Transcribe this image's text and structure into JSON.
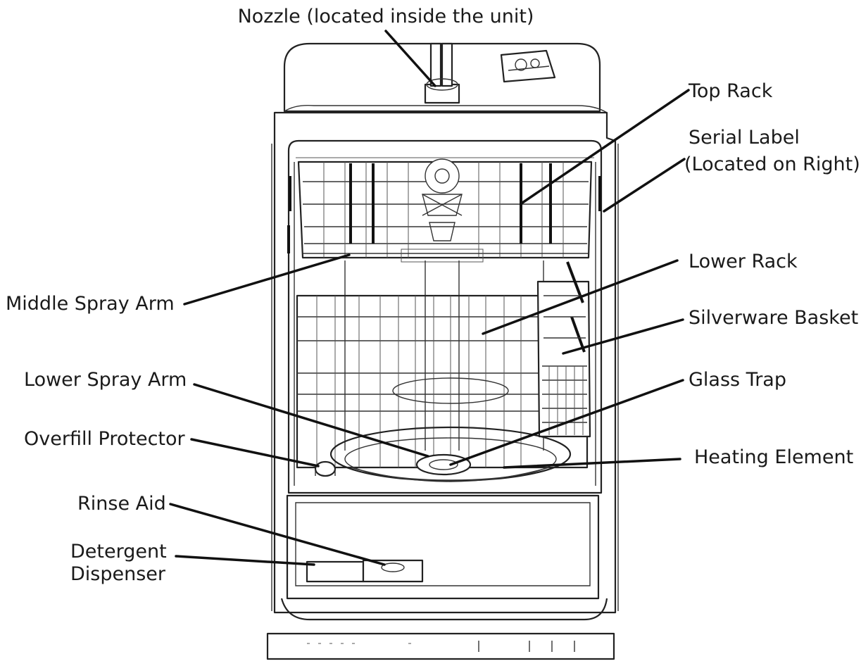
{
  "labels": {
    "nozzle": "Nozzle (located inside the unit)",
    "top_rack": "Top Rack",
    "serial_label_1": "Serial Label",
    "serial_label_2": "(Located on Right)",
    "middle_spray_arm": "Middle Spray Arm",
    "lower_rack": "Lower Rack",
    "silverware_basket": "Silverware Basket",
    "lower_spray_arm": "Lower Spray Arm",
    "glass_trap": "Glass Trap",
    "overfill_protector": "Overfill Protector",
    "heating_element": "Heating Element",
    "rinse_aid": "Rinse Aid",
    "detergent_dispenser_1": "Detergent",
    "detergent_dispenser_2": "Dispenser"
  }
}
